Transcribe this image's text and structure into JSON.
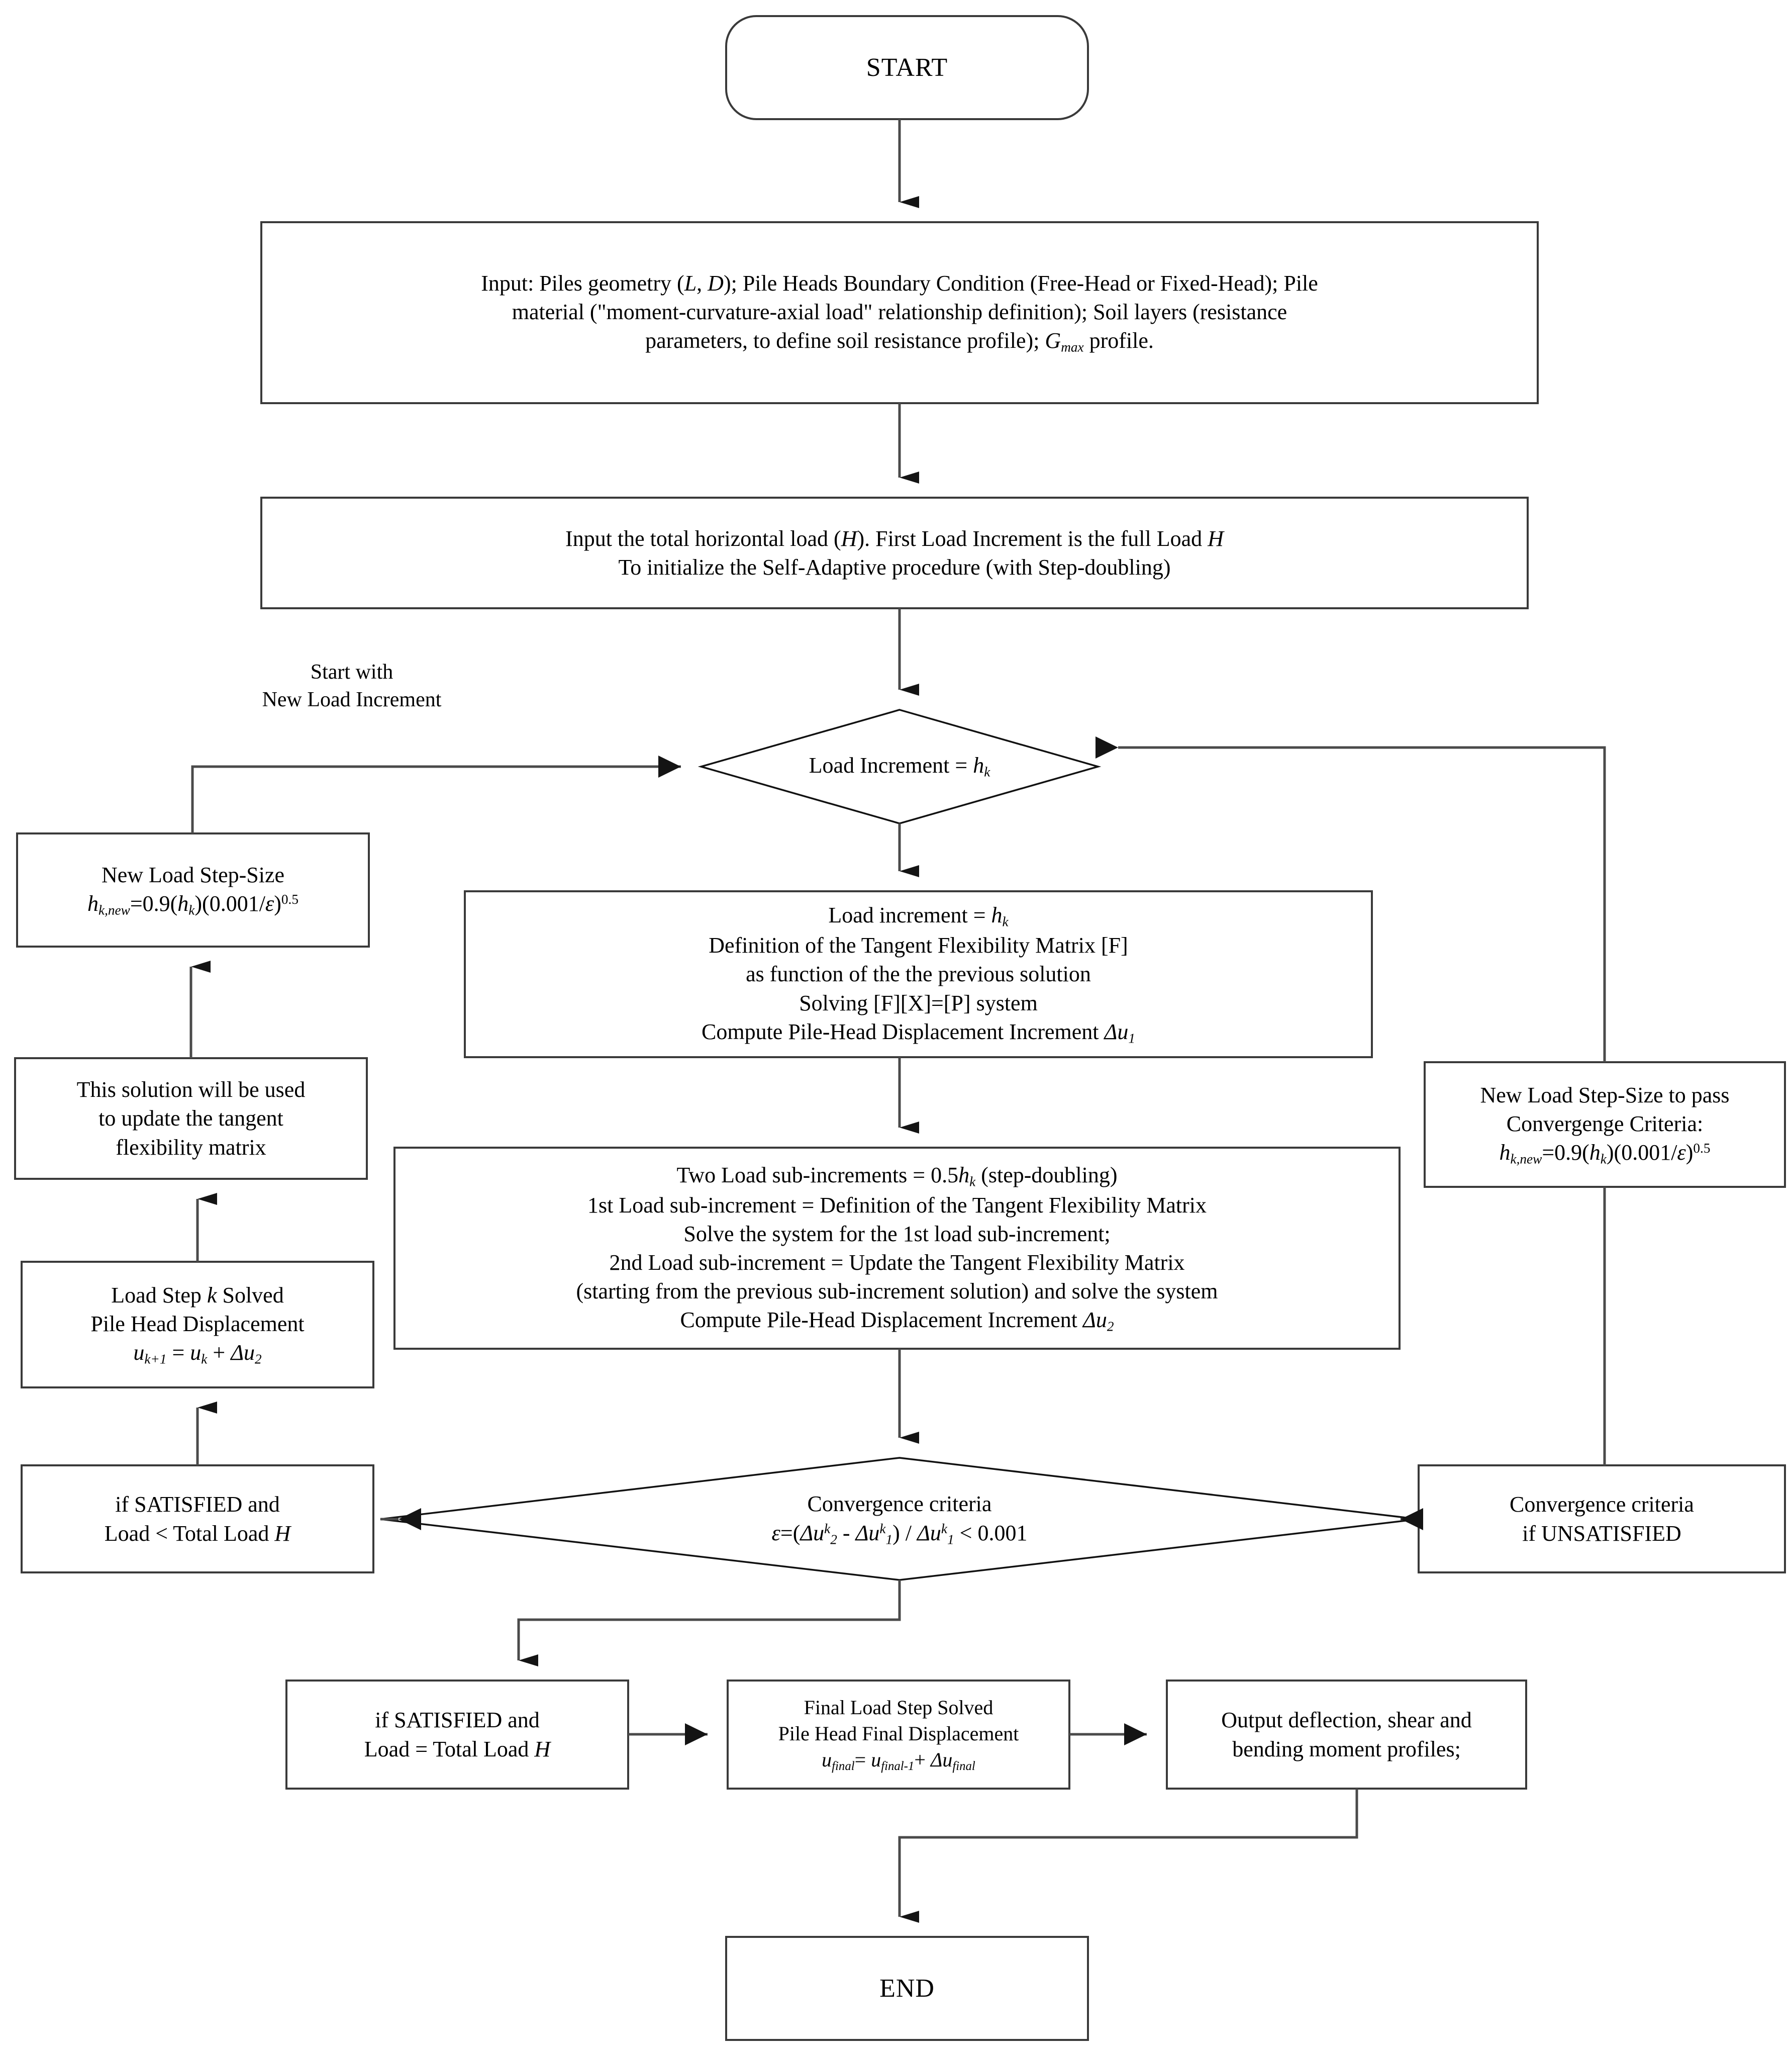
{
  "diagram": {
    "title": "Self-Adaptive Step-Doubling Pile Analysis Flowchart",
    "colors": {
      "stroke": "#3a3a3a",
      "connector": "#4a4a4a",
      "arrowhead": "#141414",
      "background": "#ffffff"
    }
  },
  "nodes": {
    "start": {
      "shape": "terminator",
      "label": "START"
    },
    "input_geometry": {
      "shape": "process",
      "lines": [
        "Input: Piles geometry (L, D); Pile Heads Boundary Condition (Free-Head or Fixed-Head); Pile",
        "material (\"moment-curvature-axial load\" relationship definition); Soil layers (resistance",
        "parameters, to define soil resistance profile); Gmax profile."
      ]
    },
    "input_load": {
      "shape": "process",
      "lines": [
        "Input the total horizontal load (H). First Load Increment is the full Load H",
        "To initialize the Self-Adaptive procedure (with Step-doubling)"
      ]
    },
    "load_increment_decision": {
      "shape": "decision",
      "label": "Load Increment = hk"
    },
    "start_new_increment_label": {
      "shape": "edge-label",
      "lines": [
        "Start with",
        "New Load Increment"
      ]
    },
    "tangent_matrix": {
      "shape": "process",
      "lines": [
        "Load increment = hk",
        "Definition of the Tangent Flexibility Matrix [F]",
        "as function of the the previous solution",
        "Solving [F][X]=[P] system",
        "Compute Pile-Head Displacement Increment Δu1"
      ]
    },
    "step_doubling": {
      "shape": "process",
      "lines": [
        "Two Load sub-increments = 0.5hk (step-doubling)",
        "1st Load sub-increment = Definition of the Tangent Flexibility Matrix",
        "Solve the system for the 1st load sub-increment;",
        "2nd Load sub-increment = Update the Tangent Flexibility Matrix",
        "(starting from the previous sub-increment solution) and solve the system",
        "Compute Pile-Head Displacement Increment Δu2"
      ]
    },
    "convergence_decision": {
      "shape": "decision",
      "lines": [
        "Convergence criteria",
        "ε=(Δuk2 - Δuk1) / Δuk1 < 0.001"
      ]
    },
    "new_step_size_left": {
      "shape": "process",
      "lines": [
        "New Load Step-Size",
        "hk,new=0.9(hk)(0.001/ε)0.5"
      ]
    },
    "update_flexibility": {
      "shape": "process",
      "lines": [
        "This solution will be used",
        "to update the tangent",
        "flexibility matrix"
      ]
    },
    "load_step_solved": {
      "shape": "process",
      "lines": [
        "Load Step k Solved",
        "Pile Head Displacement",
        "uk+1 = uk + Δu2"
      ]
    },
    "satisfied_less": {
      "shape": "process",
      "lines": [
        "if SATISFIED and",
        "Load < Total Load H"
      ]
    },
    "new_step_size_right": {
      "shape": "process",
      "lines": [
        "New Load Step-Size to pass",
        "Convergenge Criteria:",
        "hk,new=0.9(hk)(0.001/ε)0.5"
      ]
    },
    "unsatisfied": {
      "shape": "process",
      "lines": [
        "Convergence criteria",
        "if UNSATISFIED"
      ]
    },
    "satisfied_equal": {
      "shape": "process",
      "lines": [
        "if SATISFIED and",
        "Load = Total Load H"
      ]
    },
    "final_step": {
      "shape": "process",
      "lines": [
        "Final Load Step Solved",
        "Pile Head Final Displacement",
        "ufinal = ufinal-1 + Δufinal"
      ]
    },
    "output": {
      "shape": "process",
      "lines": [
        "Output deflection, shear and",
        "bending moment profiles;"
      ]
    },
    "end": {
      "shape": "terminator",
      "label": "END"
    }
  }
}
